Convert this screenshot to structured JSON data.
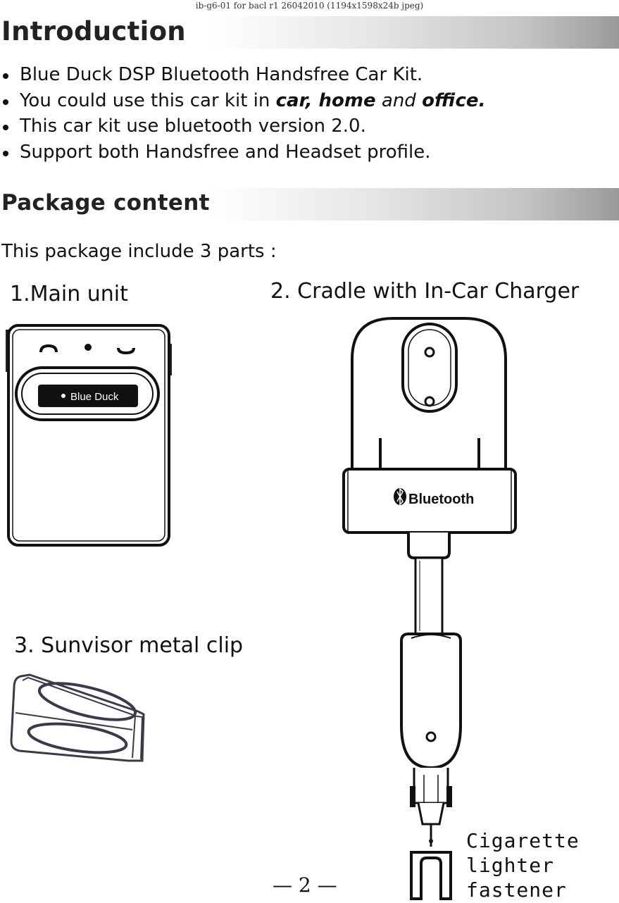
{
  "header": {
    "file_line": "ib-g6-01 for bacl r1 26042010 (1194x1598x24b jpeg)"
  },
  "introduction": {
    "title": "Introduction",
    "bullets": {
      "b1": "Blue Duck DSP Bluetooth Handsfree Car Kit.",
      "b2_prefix": "You could use this car kit in ",
      "b2_car_home": "car, home",
      "b2_and": " and ",
      "b2_office": "office.",
      "b3": "This car kit use bluetooth version 2.0.",
      "b4": "Support both Handsfree and Headset profile."
    }
  },
  "package": {
    "title": "Package content",
    "intro": "This package include 3 parts :",
    "part1": "1.Main unit",
    "part2": "2. Cradle with In-Car Charger",
    "part3": "3. Sunvisor metal clip",
    "main_unit_brand": "Blue Duck",
    "cradle_brand": "Bluetooth",
    "fastener_lines": [
      "Cigarette",
      "lighter",
      "fastener"
    ]
  },
  "footer": {
    "page_number": "— 2 —"
  },
  "icons": [
    "phone-answer-icon",
    "led-indicator-icon",
    "phone-hangup-icon",
    "duck-logo-icon",
    "bluetooth-logo-icon"
  ]
}
